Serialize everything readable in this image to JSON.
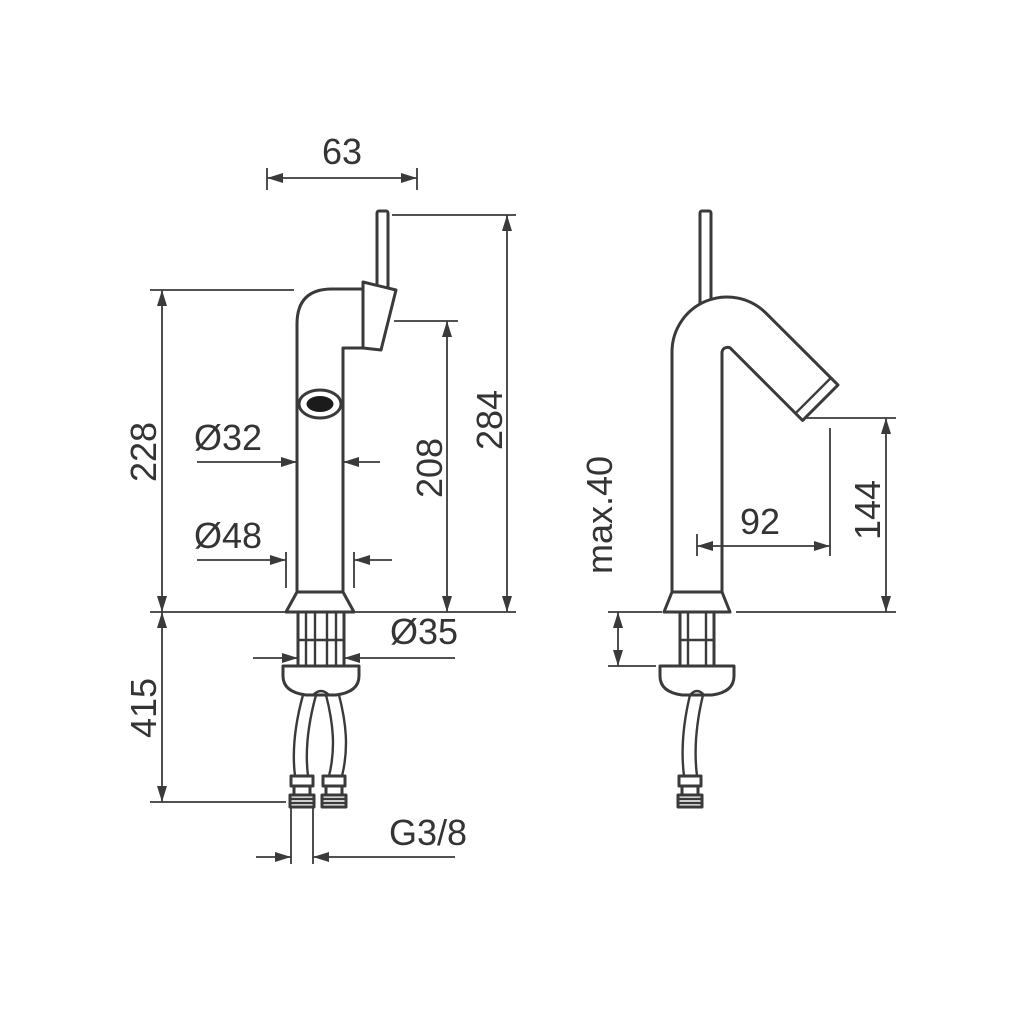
{
  "drawing": {
    "background_color": "#ffffff",
    "line_color": "#3a3a3a"
  },
  "dims": {
    "front": {
      "handle_offset": "63",
      "total_height": "284",
      "height_to_spout": "208",
      "body_height": "228",
      "under_counter": "415",
      "body_diameter": "Ø32",
      "base_diameter": "Ø48",
      "hole_diameter": "Ø35",
      "connection_thread": "G3/8"
    },
    "side": {
      "max_deck_thickness": "max.40",
      "spout_reach": "92",
      "outlet_height": "144"
    }
  }
}
